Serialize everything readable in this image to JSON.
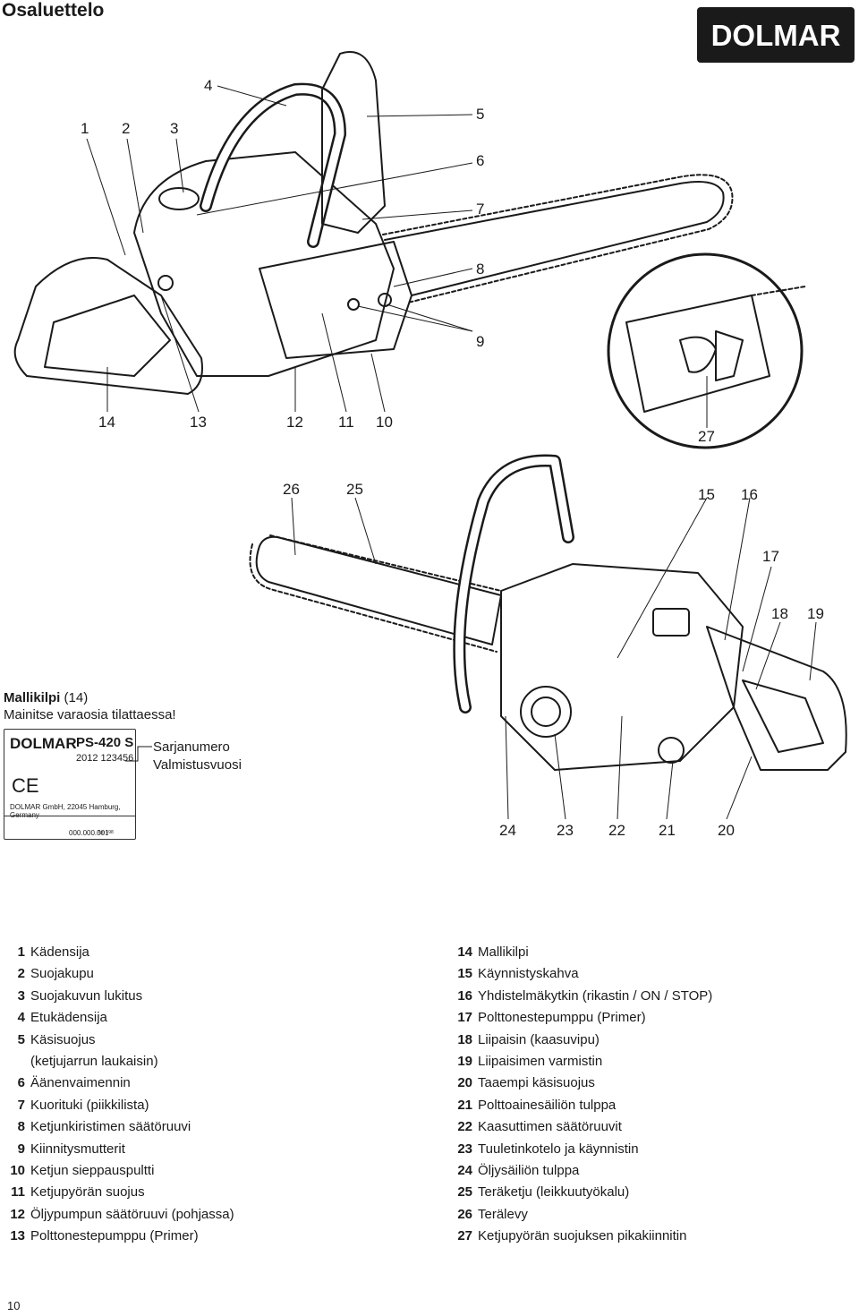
{
  "page_title": "Osaluettelo",
  "brand_logo": "DOLMAR",
  "top_callouts": [
    "1",
    "2",
    "3",
    "4",
    "5",
    "6",
    "7",
    "8",
    "9",
    "14",
    "13",
    "12",
    "11",
    "10",
    "27"
  ],
  "bottom_callouts": [
    "26",
    "25",
    "15",
    "16",
    "17",
    "18",
    "19",
    "24",
    "23",
    "22",
    "21",
    "20"
  ],
  "nameplate": {
    "caption_bold": "Mallikilpi",
    "caption_rest": " (14)",
    "caption_line2": "Mainitse varaosia tilattaessa!",
    "brand": "DOLMAR",
    "model": "PS-420 S",
    "serial": "2012 123456",
    "ce_mark": "CE",
    "maker": "DOLMAR GmbH, 22045 Hamburg, Germany",
    "code": "000.000.001",
    "typ": "Typ 198",
    "label_serial": "Sarjanumero",
    "label_year": "Valmistusvuosi"
  },
  "legend_left": [
    {
      "num": "1",
      "text": "Kädensija"
    },
    {
      "num": "2",
      "text": "Suojakupu"
    },
    {
      "num": "3",
      "text": "Suojakuvun lukitus"
    },
    {
      "num": "4",
      "text": "Etukädensija"
    },
    {
      "num": "5",
      "text": "Käsisuojus"
    },
    {
      "num": "",
      "text": "(ketjujarrun laukaisin)"
    },
    {
      "num": "6",
      "text": "Äänenvaimennin"
    },
    {
      "num": "7",
      "text": "Kuorituki (piikkilista)"
    },
    {
      "num": "8",
      "text": "Ketjunkiristimen säätöruuvi"
    },
    {
      "num": "9",
      "text": "Kiinnitysmutterit"
    },
    {
      "num": "10",
      "text": "Ketjun sieppauspultti"
    },
    {
      "num": "11",
      "text": "Ketjupyörän suojus"
    },
    {
      "num": "12",
      "text": "Öljypumpun säätöruuvi (pohjassa)"
    },
    {
      "num": "13",
      "text": "Polttonestepumppu (Primer)"
    }
  ],
  "legend_right": [
    {
      "num": "14",
      "text": "Mallikilpi"
    },
    {
      "num": "15",
      "text": "Käynnistyskahva"
    },
    {
      "num": "16",
      "text": "Yhdistelmäkytkin (rikastin / ON / STOP)"
    },
    {
      "num": "17",
      "text": "Polttonestepumppu (Primer)"
    },
    {
      "num": "18",
      "text": "Liipaisin (kaasuvipu)"
    },
    {
      "num": "19",
      "text": "Liipaisimen varmistin"
    },
    {
      "num": "20",
      "text": "Taaempi käsisuojus"
    },
    {
      "num": "21",
      "text": "Polttoainesäiliön tulppa"
    },
    {
      "num": "22",
      "text": "Kaasuttimen säätöruuvit"
    },
    {
      "num": "23",
      "text": "Tuuletinkotelo ja käynnistin"
    },
    {
      "num": "24",
      "text": "Öljysäiliön tulppa"
    },
    {
      "num": "25",
      "text": "Teräketju (leikkuutyökalu)"
    },
    {
      "num": "26",
      "text": "Terälevy"
    },
    {
      "num": "27",
      "text": "Ketjupyörän suojuksen pikakiinnitin"
    }
  ],
  "page_number": "10"
}
